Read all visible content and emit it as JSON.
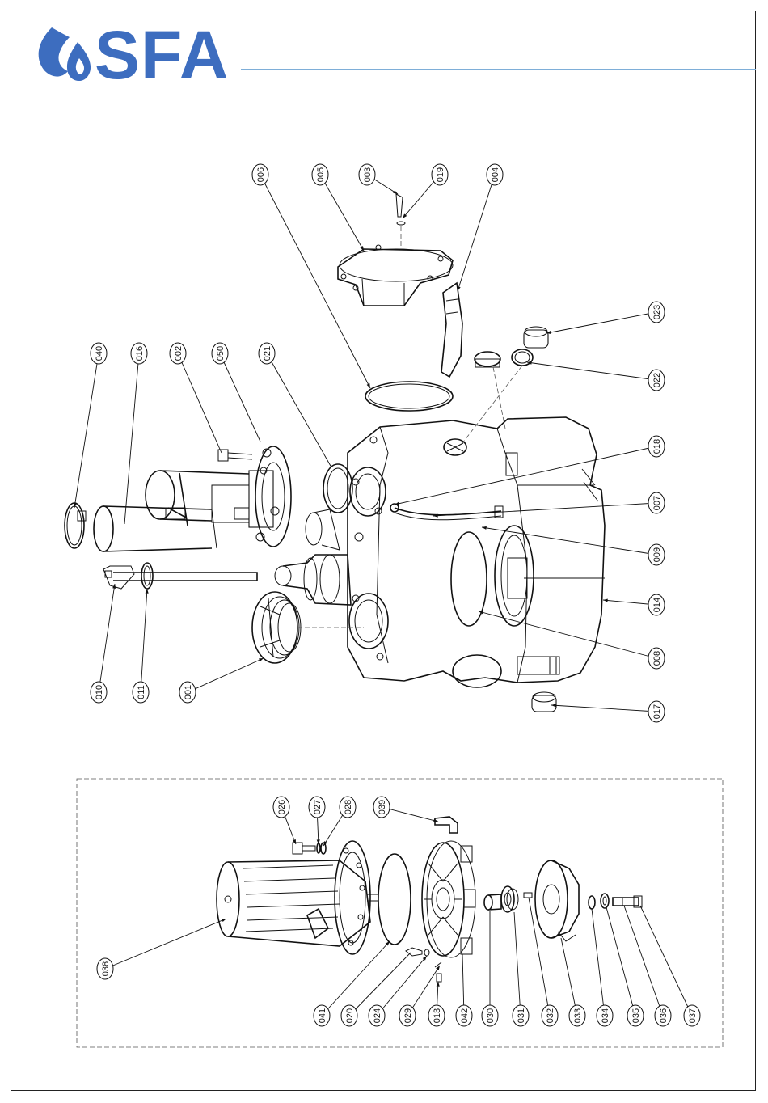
{
  "brand": {
    "name": "SFA",
    "color": "#3d6dbf",
    "accent": "#7eaed8"
  },
  "upper_callouts": {
    "top_row": [
      "006",
      "005",
      "003",
      "019",
      "004"
    ],
    "left_row": [
      "040",
      "016",
      "002",
      "050",
      "021"
    ],
    "bottom_row": [
      "010",
      "011",
      "001"
    ],
    "right_column": [
      "023",
      "022",
      "018",
      "007",
      "009",
      "014",
      "008",
      "017"
    ]
  },
  "lower_callouts": {
    "top_row": [
      "026",
      "027",
      "028",
      "039"
    ],
    "left": [
      "038"
    ],
    "bottom_row": [
      "041",
      "020",
      "024",
      "029",
      "013",
      "042",
      "030",
      "031",
      "032",
      "033",
      "034",
      "035",
      "036",
      "037"
    ]
  }
}
